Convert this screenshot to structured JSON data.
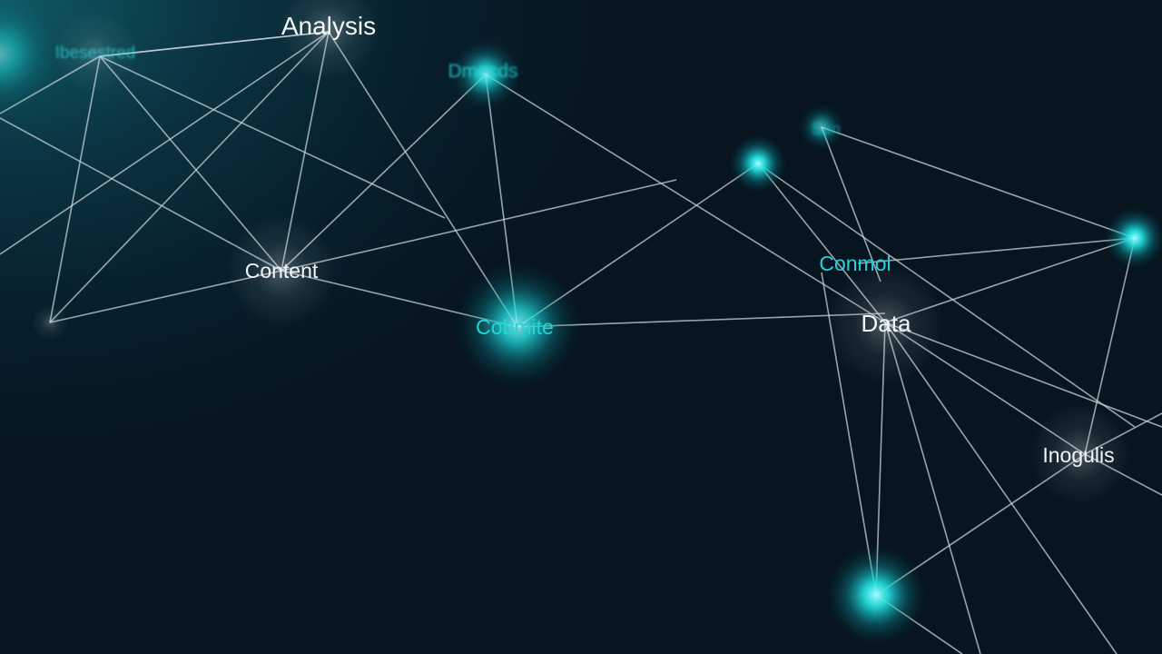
{
  "diagram": {
    "colors": {
      "background_dark": "#061520",
      "background_glow": "#0f5a66",
      "edge": "#c9d3da",
      "label_white": "#f2f6f8",
      "label_cyan": "#27d3d6",
      "node_glow": "#16e0e0"
    },
    "labels": {
      "analysis": "Analysis",
      "interested": "Ibesestred",
      "dynamic": "Dmecds",
      "content": "Content",
      "create": "Cobmite",
      "control": "Conmol",
      "data": "Data",
      "insights": "Inogulis",
      "sun": "Sun"
    }
  }
}
